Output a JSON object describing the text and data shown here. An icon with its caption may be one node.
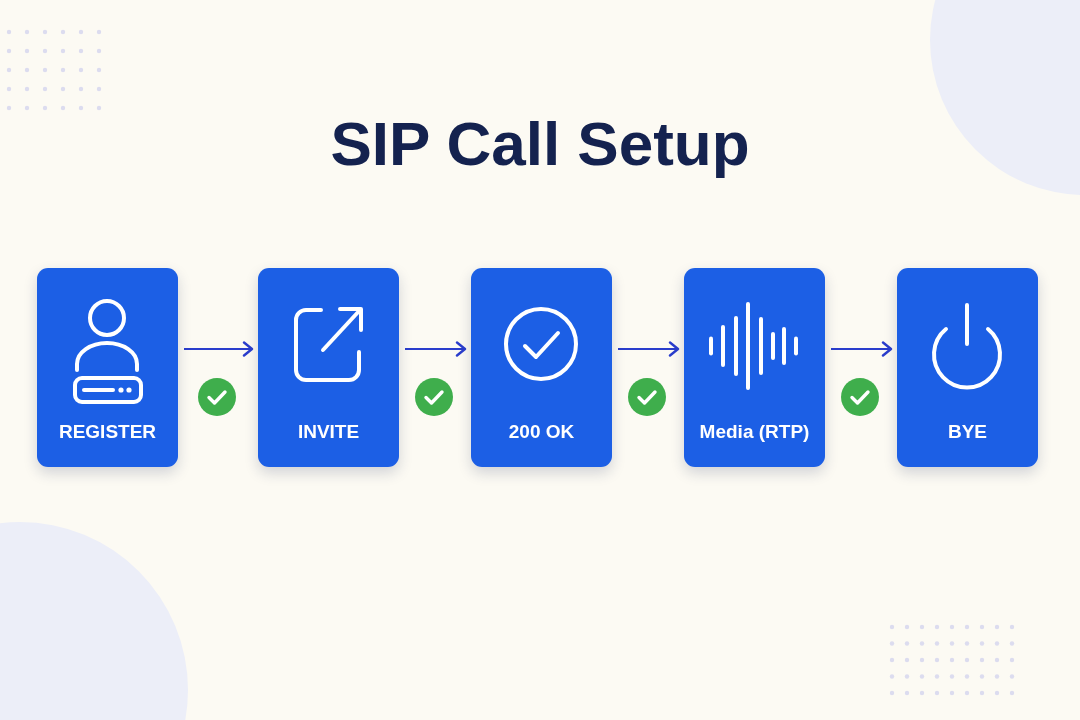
{
  "diagram": {
    "title": "SIP Call Setup",
    "nodes": [
      {
        "text": [
          "REGISTER"
        ]
      },
      {
        "text": [
          "INVITE"
        ]
      },
      {
        "text": [
          "200 OK"
        ]
      },
      {
        "text": [
          "Media (RTP)"
        ]
      },
      {
        "text": [
          "BYE"
        ]
      }
    ],
    "edges": [
      {
        "from": 0,
        "to": 1,
        "arrow": "to"
      },
      {
        "from": 1,
        "to": 2,
        "arrow": "to"
      },
      {
        "from": 2,
        "to": 3,
        "arrow": "to"
      },
      {
        "from": 3,
        "to": 4,
        "arrow": "to"
      }
    ]
  }
}
